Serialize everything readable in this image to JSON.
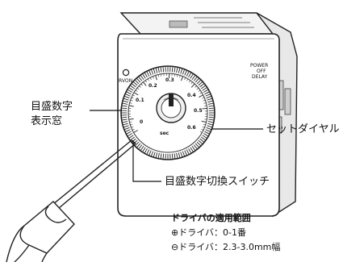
{
  "callouts": {
    "window_line1": "目盛数字",
    "window_line2": "表示窓",
    "set_dial": "セットダイヤル",
    "switch": "目盛数字切換スイッチ"
  },
  "device": {
    "led_label": "RVON",
    "mode_line1": "POWER",
    "mode_line2": "OFF",
    "mode_line3": "DELAY",
    "unit": "sec",
    "scale": [
      "0.2",
      "0.3",
      "0.4",
      "0.5",
      "0.6",
      "0.1",
      "0"
    ]
  },
  "driver": {
    "title": "ドライバの適用範囲",
    "plus_row": "⊕ドライバ：0-1番",
    "minus_row": "⊖ドライバ：2.3-3.0mm幅"
  }
}
